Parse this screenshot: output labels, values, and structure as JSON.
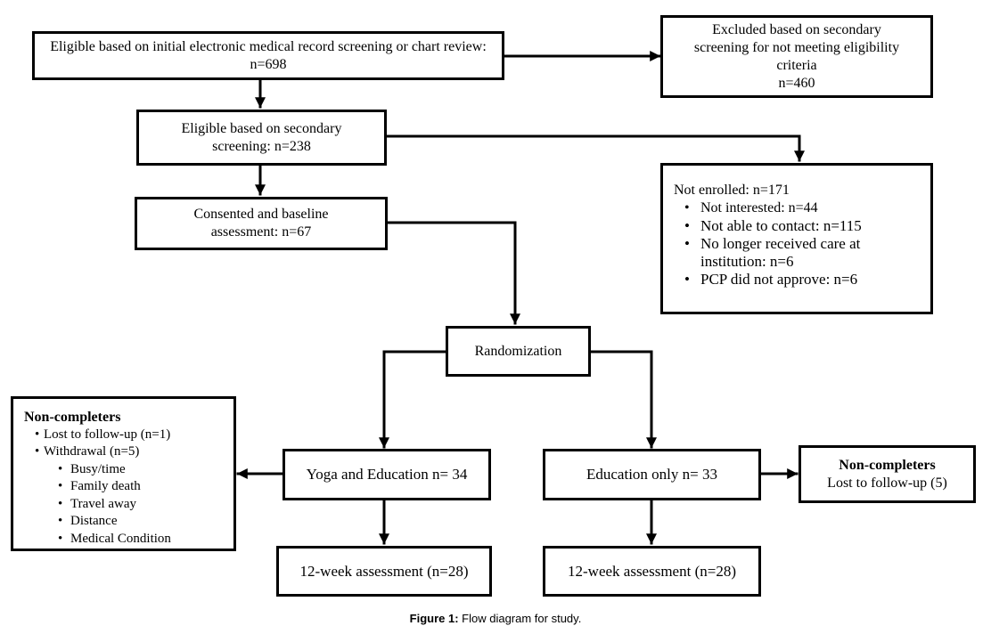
{
  "eligible_initial": "Eligible based on initial electronic medical record screening or chart review: n=698",
  "excluded_secondary": {
    "line1": "Excluded based on secondary",
    "line2": "screening for not meeting eligibility",
    "line3": "criteria",
    "line4": "n=460"
  },
  "eligible_secondary": {
    "line1": "Eligible based on secondary",
    "line2": "screening: n=238"
  },
  "not_enrolled": {
    "title": "Not enrolled: n=171",
    "items": [
      "Not interested: n=44",
      "Not able to contact: n=115",
      "No longer received care at institution: n=6",
      "PCP did not approve: n=6"
    ]
  },
  "consented": {
    "line1": "Consented and baseline",
    "line2": "assessment: n=67"
  },
  "randomization": "Randomization",
  "yoga_arm": "Yoga and Education n= 34",
  "education_arm": "Education only n= 33",
  "noncompleters_left": {
    "title": "Non-completers",
    "lost": "Lost to follow-up (n=1)",
    "withdrawal": "Withdrawal (n=5)",
    "reasons": [
      "Busy/time",
      "Family death",
      "Travel away",
      "Distance",
      "Medical Condition"
    ]
  },
  "noncompleters_right": {
    "title": "Non-completers",
    "detail": "Lost to follow-up (5)"
  },
  "assessment_yoga": "12-week assessment (n=28)",
  "assessment_education": "12-week assessment (n=28)",
  "caption": {
    "label": "Figure 1:",
    "text": " Flow diagram for study."
  }
}
